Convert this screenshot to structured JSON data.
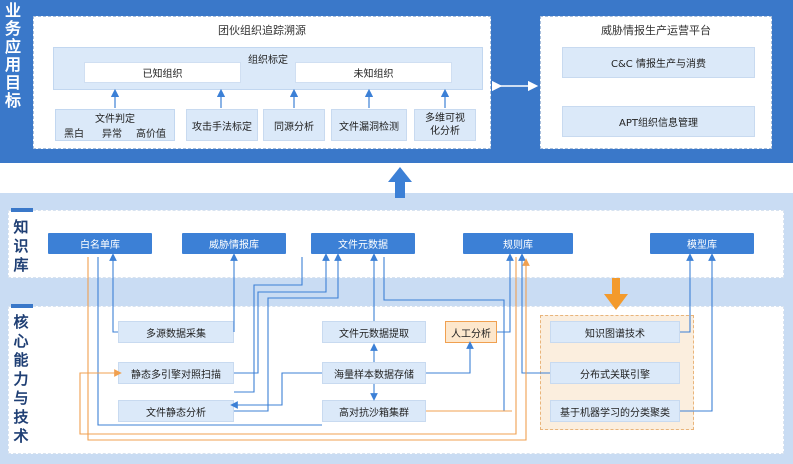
{
  "sections": {
    "business": "业务应用目标",
    "knowledge": "知识库",
    "core": "核心能力与技术"
  },
  "tracing": {
    "title": "团伙组织追踪溯源",
    "org_label": "组织标定",
    "known": "已知组织",
    "unknown": "未知组织",
    "file_judge": "文件判定",
    "judge_options": [
      "黑白",
      "异常",
      "高价值"
    ],
    "attack": "攻击手法标定",
    "homology": "同源分析",
    "vuln": "文件漏洞检测",
    "viz": "多维可视化分析"
  },
  "platform": {
    "title": "威胁情报生产运营平台",
    "cc": "C&C 情报生产与消费",
    "apt": "APT组织信息管理"
  },
  "kb": {
    "whitelist": "白名单库",
    "threat": "威胁情报库",
    "meta": "文件元数据",
    "rules": "规则库",
    "model": "模型库"
  },
  "core": {
    "collect": "多源数据采集",
    "static_scan": "静态多引擎对照扫描",
    "static_analysis": "文件静态分析",
    "extract": "文件元数据提取",
    "storage": "海量样本数据存储",
    "sandbox": "高对抗沙箱集群",
    "manual": "人工分析",
    "graph": "知识图谱技术",
    "distributed": "分布式关联引擎",
    "ml": "基于机器学习的分类聚类"
  },
  "colors": {
    "primary": "#3a78c9",
    "kb_box": "#3c80d6",
    "orange": "#f0a050",
    "light": "#dbe9f9"
  }
}
